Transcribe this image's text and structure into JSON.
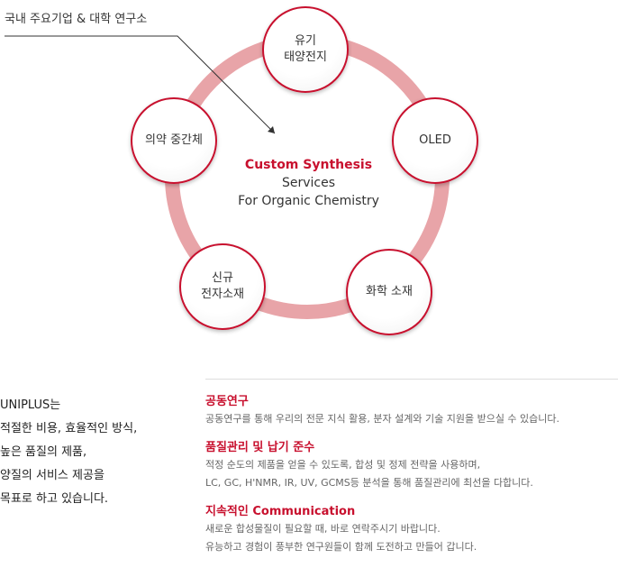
{
  "callout": {
    "label": "국내 주요기업 & 대학 연구소"
  },
  "center": {
    "line1": "Custom Synthesis",
    "line2": "Services",
    "line3": "For Organic Chemistry"
  },
  "nodes": [
    {
      "label": "유기\n태양전지"
    },
    {
      "label": "OLED"
    },
    {
      "label": "화학 소재"
    },
    {
      "label": "신규\n전자소재"
    },
    {
      "label": "의약 중간체"
    }
  ],
  "summary": {
    "lines": [
      "UNIPLUS는",
      "적절한 비용, 효율적인 방식,",
      "높은 품질의 제품,",
      "양질의 서비스 제공을",
      "목표로 하고 있습니다."
    ]
  },
  "sections": [
    {
      "title": "공동연구",
      "lines": [
        "공동연구를 통해 우리의 전문 지식 활용, 분자 설계와 기술 지원을 받으실 수 있습니다."
      ]
    },
    {
      "title": "품질관리 및 납기 준수",
      "lines": [
        "적정 순도의 제품을 얻을 수 있도록, 합성 및 정제 전략을 사용하며,",
        "LC, GC, H'NMR, IR, UV, GCMS등 분석을 통해 품질관리에 최선을 다합니다."
      ]
    },
    {
      "title": "지속적인 Communication",
      "lines": [
        "새로운 합성물질이 필요할 때, 바로 연락주시기 바랍니다.",
        "유능하고 경험이 풍부한 연구원들이 함께 도전하고 만들어 갑니다."
      ]
    }
  ],
  "colors": {
    "accent": "#c8102e",
    "ring": "#e8a4a8",
    "node_border": "#c8102e"
  }
}
